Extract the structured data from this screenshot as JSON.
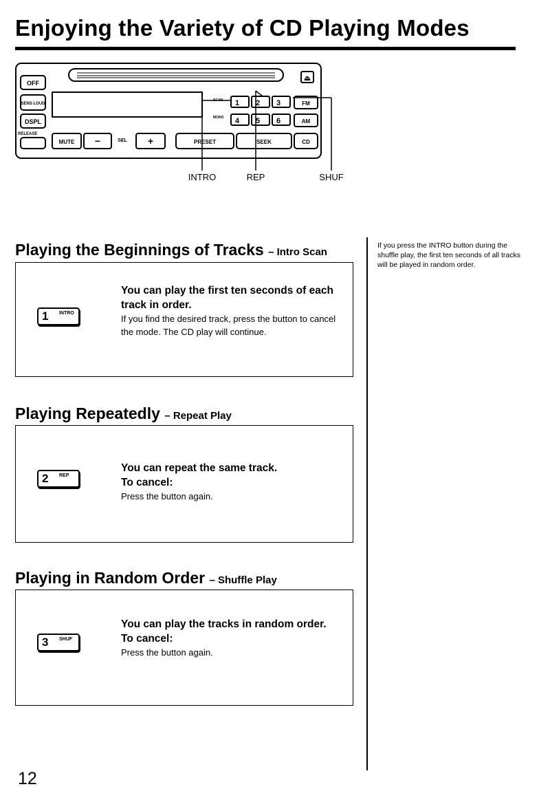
{
  "title": "Enjoying the Variety of CD Playing Modes",
  "diagram": {
    "buttons": {
      "off": "OFF",
      "sens_loud": "SENS LOUD",
      "dspl": "DSPL",
      "release": "RELEASE",
      "mute": "MUTE",
      "minus": "−",
      "sel": "SEL",
      "plus": "+",
      "preset": "PRESET",
      "seek": "SEEK",
      "fm": "FM",
      "am": "AM",
      "cd": "CD",
      "scan": "SCAN",
      "mono": "MONO",
      "n1": "1",
      "n2": "2",
      "n3": "3",
      "n4": "4",
      "n5": "5",
      "n6": "6",
      "eject": "⏏"
    },
    "callouts": {
      "intro": "INTRO",
      "rep": "REP",
      "shuf": "SHUF"
    }
  },
  "sections": [
    {
      "title": "Playing the Beginnings of Tracks",
      "subtitle": "– Intro Scan",
      "key_number": "1",
      "key_label": "INTRO",
      "lead": "You can play the first ten seconds of each track in order.",
      "body": "If you find the desired track, press the button to cancel the mode. The CD play will continue."
    },
    {
      "title": "Playing Repeatedly",
      "subtitle": "– Repeat Play",
      "key_number": "2",
      "key_label": "REP",
      "lead": "You can repeat the same track.",
      "cancel_label": "To cancel:",
      "body": "Press the button again."
    },
    {
      "title": "Playing in Random Order",
      "subtitle": "– Shuffle Play",
      "key_number": "3",
      "key_label": "SHUF",
      "lead": "You can play the tracks in random order.",
      "cancel_label": "To cancel:",
      "body": "Press the button again."
    }
  ],
  "side_note": "If you press the INTRO button during the shuffle play, the first ten seconds of all tracks will be played in random order.",
  "page_number": "12"
}
